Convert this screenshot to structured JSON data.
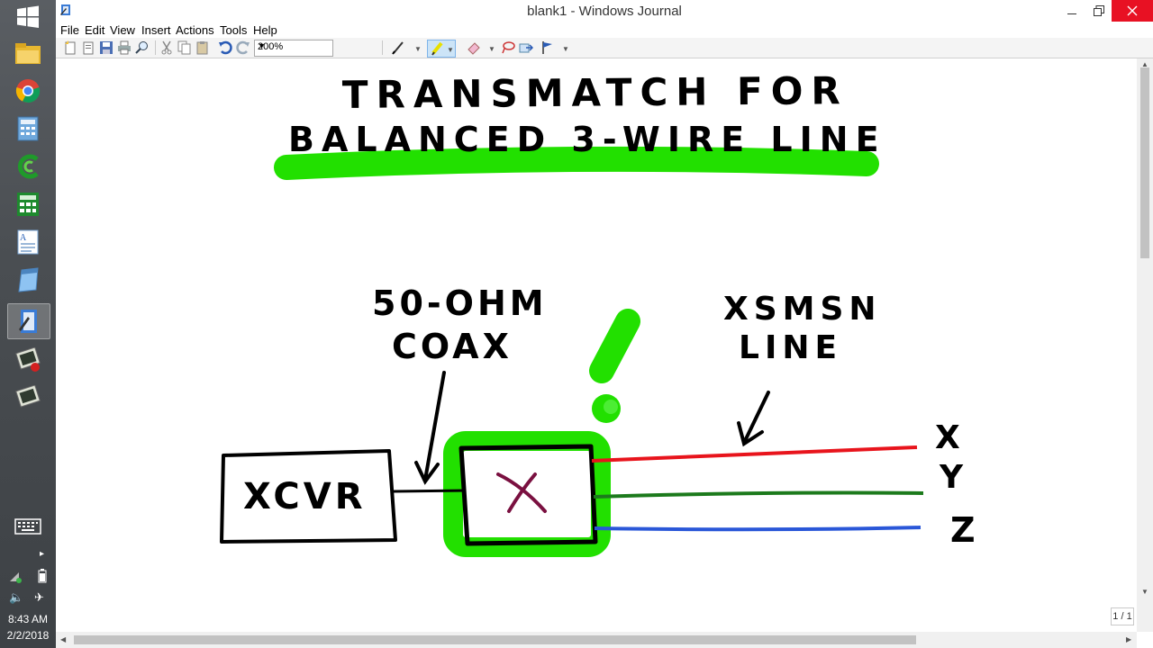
{
  "window": {
    "title": "blank1 - Windows Journal",
    "page_indicator": "1 / 1"
  },
  "menu": [
    "File",
    "Edit",
    "View",
    "Insert",
    "Actions",
    "Tools",
    "Help"
  ],
  "toolbar": {
    "zoom": "200%"
  },
  "taskbar": {
    "time": "8:43 AM",
    "date": "2/2/2018"
  },
  "drawing": {
    "title_line1": "TRANSMATCH FOR",
    "title_line2": "BALANCED 3-WIRE LINE",
    "coax_label_1": "50-OHM",
    "coax_label_2": "COAX",
    "line_label_1": "XSMSN",
    "line_label_2": "LINE",
    "xcvr": "XCVR",
    "box_mark": "X",
    "wire_x": "X",
    "wire_y": "Y",
    "wire_z": "Z"
  },
  "colors": {
    "highlight": "#22e000",
    "wire_x": "#e8141c",
    "wire_y": "#1c7a1c",
    "wire_z": "#2a57d8",
    "ink": "#000000",
    "box_mark": "#7a1040"
  }
}
